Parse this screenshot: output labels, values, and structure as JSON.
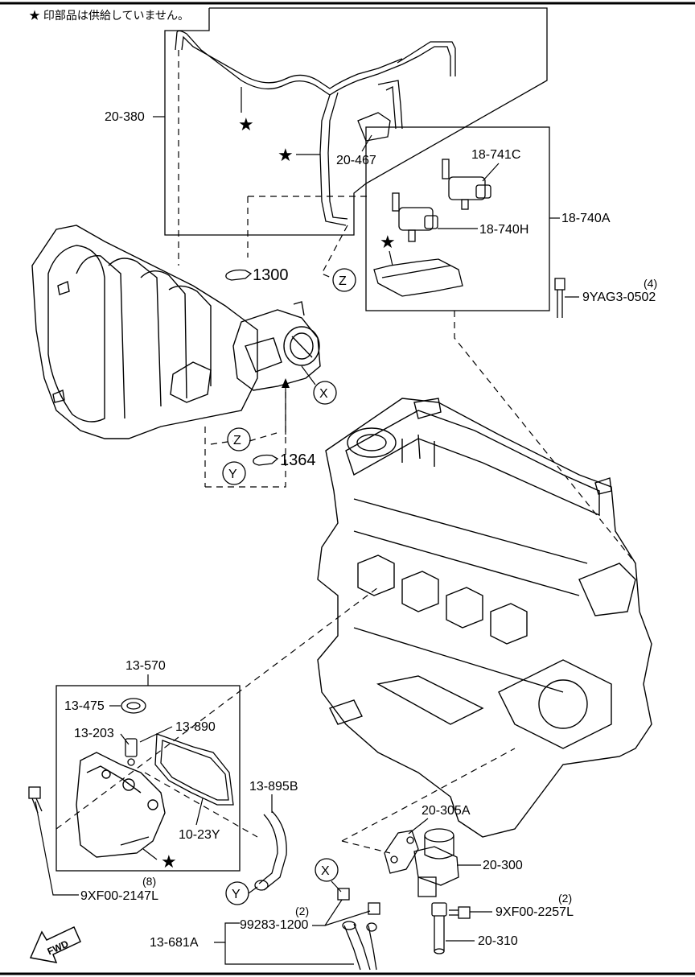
{
  "header": {
    "note": "★ 印部品は供給していません。"
  },
  "refs": {
    "r1300": "1300",
    "r1364": "1364"
  },
  "circles": {
    "z1": "Z",
    "z2": "Z",
    "x1": "X",
    "x2": "X",
    "y1": "Y",
    "y2": "Y"
  },
  "labels": {
    "p20_380": "20-380",
    "p20_467": "20-467",
    "p18_741c": "18-741C",
    "p18_740a": "18-740A",
    "p18_740h": "18-740H",
    "qty4": "(4)",
    "p9yag3": "9YAG3-0502",
    "p13_570": "13-570",
    "p13_475": "13-475",
    "p13_203": "13-203",
    "p13_890": "13-890",
    "p13_895b": "13-895B",
    "p10_23y": "10-23Y",
    "qty8": "(8)",
    "p9xf00_2147l": "9XF00-2147L",
    "p20_305a": "20-305A",
    "p20_300": "20-300",
    "qty2a": "(2)",
    "p9xf00_2257l": "9XF00-2257L",
    "qty2b": "(2)",
    "p99283": "99283-1200",
    "p13_681a": "13-681A",
    "p20_310": "20-310",
    "fwd": "FWD"
  }
}
